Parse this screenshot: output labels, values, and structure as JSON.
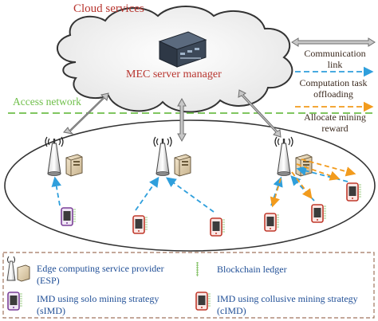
{
  "cloud": {
    "title": "Cloud services",
    "manager_label": "MEC server manager"
  },
  "access_network_label": "Access network",
  "arrow_legend": [
    {
      "line1": "Communication",
      "line2": "link",
      "color": "#7d7d7d"
    },
    {
      "line1": "Computation task",
      "line2": "offloading",
      "color": "#2f9fdc"
    },
    {
      "line1": "Allocate mining",
      "line2": "reward",
      "color": "#f29b1d"
    }
  ],
  "legend": {
    "esp": {
      "line1": "Edge computing service provider",
      "line2": "(ESP)"
    },
    "ledger": {
      "line1": "Blockchain ledger"
    },
    "simd": {
      "line1": "IMD using solo mining strategy",
      "line2": "(sIMD)"
    },
    "cimd": {
      "line1": "IMD using collusive mining strategy",
      "line2": "(cIMD)"
    }
  },
  "colors": {
    "red_text": "#b8352f",
    "blue_text": "#1f4e96",
    "access_network_line": "#6fbf4a",
    "offload_arrow": "#2f9fdc",
    "reward_arrow": "#f29b1d",
    "comm_link": "#7d7d7d",
    "simd_device": "#7a3f98",
    "cimd_device": "#c0392b"
  }
}
